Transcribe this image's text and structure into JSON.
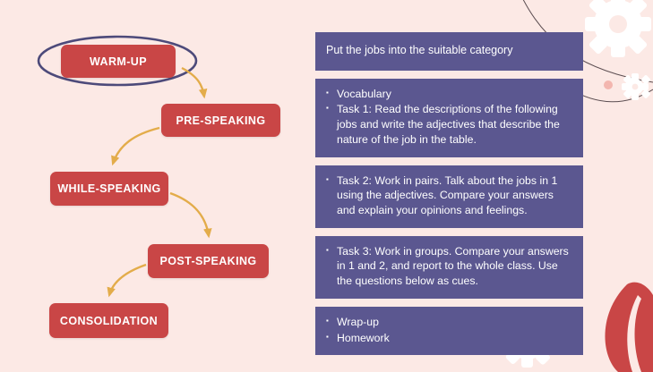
{
  "theme": {
    "background_color": "#fce9e5",
    "node_color": "#c94646",
    "panel_color": "#5b5790",
    "arrow_color": "#e3ac4a",
    "ellipse_color": "#4d4a7a",
    "text_on_node": "#ffffff",
    "accent_leaf_color": "#c94646",
    "gear_color": "#ffffff",
    "dot_color": "#f0b7b1"
  },
  "flow": {
    "nodes": [
      {
        "id": "warm-up",
        "label": "WARM-UP"
      },
      {
        "id": "pre-speaking",
        "label": "PRE-SPEAKING"
      },
      {
        "id": "while-speaking",
        "label": "WHILE-SPEAKING"
      },
      {
        "id": "post-speaking",
        "label": "POST-SPEAKING"
      },
      {
        "id": "consolidation",
        "label": "CONSOLIDATION"
      }
    ],
    "highlighted_node": "warm-up"
  },
  "panel": {
    "title": "Put the jobs into the suitable category",
    "boxes": [
      {
        "id": "box-vocabulary-task1",
        "items": [
          "Vocabulary",
          "Task 1: Read the descriptions of the following jobs and write the adjectives that describe the nature of the job in the table."
        ]
      },
      {
        "id": "box-task2",
        "items": [
          "Task 2: Work in pairs. Talk about the jobs in 1 using the adjectives. Compare your answers and explain your opinions and feelings."
        ]
      },
      {
        "id": "box-task3",
        "items": [
          "Task 3: Work in groups. Compare your answers in 1 and 2, and report to the whole class. Use the questions below as cues."
        ]
      },
      {
        "id": "box-wrapup-homework",
        "items": [
          "Wrap-up",
          "Homework"
        ]
      }
    ]
  }
}
